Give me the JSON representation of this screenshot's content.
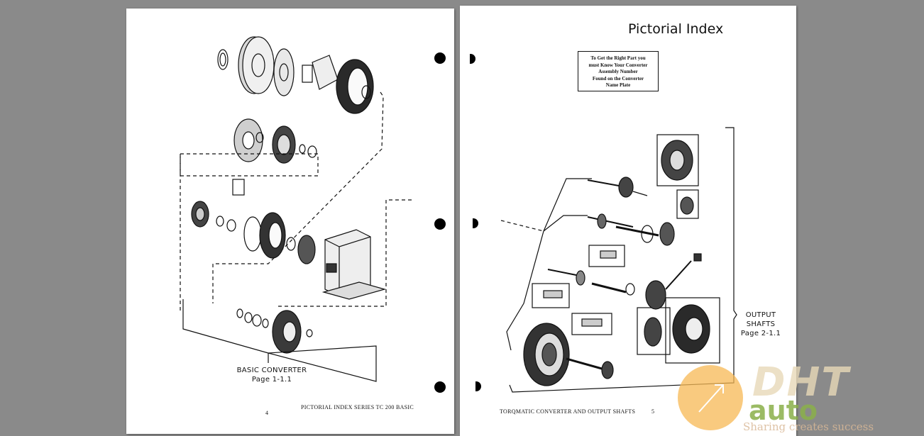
{
  "left_page": {
    "caption_line1": "BASIC CONVERTER",
    "caption_line2": "Page 1-1.1",
    "page_number": "4",
    "footer_title": "PICTORIAL INDEX SERIES TC 200 BASIC"
  },
  "right_page": {
    "title": "Pictorial Index",
    "note_lines": [
      "To Get the Right Part you",
      "must Know Your Converter",
      "Assembly Number",
      "Found on the Converter",
      "Name Plate"
    ],
    "bracket_label_line1": "OUTPUT",
    "bracket_label_line2": "SHAFTS",
    "bracket_label_line3": "Page 2-1.1",
    "footer_title": "TORQMATIC CONVERTER AND OUTPUT SHAFTS",
    "page_number": "5"
  },
  "watermark": {
    "brand": "DHT",
    "sub_brand": "auto",
    "tagline": "Sharing creates success"
  },
  "colors": {
    "viewer_background": "#8a8a8a",
    "page": "#ffffff",
    "ink": "#111111",
    "watermark_orange": "#f7b955",
    "watermark_green": "#8ab04a"
  }
}
